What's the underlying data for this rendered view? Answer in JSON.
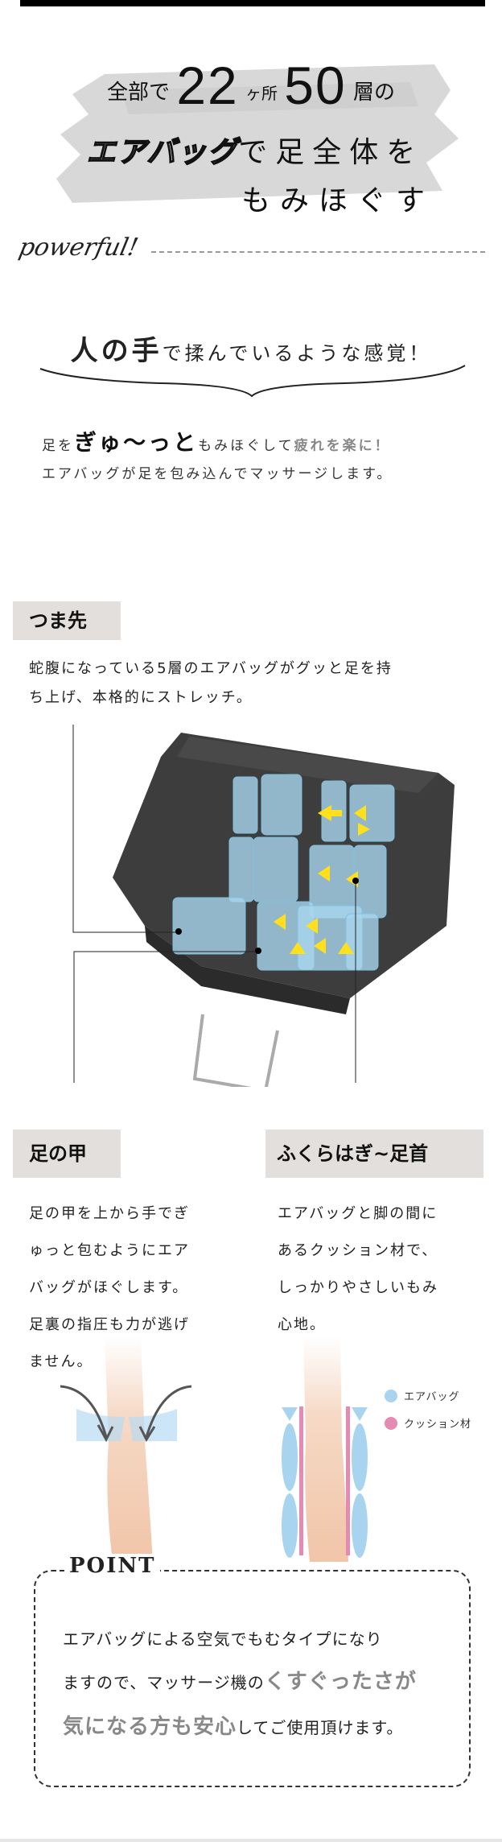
{
  "headline": {
    "prefix": "全部で",
    "count1": "22",
    "unit1": "ヶ所",
    "count2": "50",
    "unit2": "層の",
    "airbag": "エアバッグ",
    "mid": "で足全体を",
    "last": "もみほぐす"
  },
  "powerful": "powerful!",
  "catch": {
    "l1": "人の",
    "l2": "手",
    "rest": "で揉んでいるような感覚！"
  },
  "lead": {
    "a": "足を",
    "b": "ぎゅ〜っと",
    "c": "もみほぐして",
    "d": "疲れを楽に！",
    "line2": "エアバッグが足を包み込んでマッサージします。"
  },
  "toe": {
    "label": "つま先",
    "lines": [
      "蛇腹になっている5層のエアバッグがグッと足を持",
      "ち上げ、本格的にストレッチ。"
    ]
  },
  "instep": {
    "label": "足の甲",
    "lines": [
      "足の甲を上から手でぎ",
      "ゅっと包むようにエア",
      "バッグがほぐします。",
      "足裏の指圧も力が逃げ",
      "ません。"
    ]
  },
  "calf": {
    "label": "ふくらはぎ~足首",
    "lines": [
      "エアバッグと脚の間に",
      "あるクッション材で、",
      "しっかりやさしいもみ",
      "心地。"
    ]
  },
  "legend": [
    {
      "label": "エアバッグ",
      "color": "#a8d4f0"
    },
    {
      "label": "クッション材",
      "color": "#e58ab2"
    }
  ],
  "point": {
    "title": "POINT",
    "line1": "エアバッグによる空気でもむタイプになり",
    "line2a": "ますので、マッサージ機の",
    "line2b": "くすぐったさが",
    "line3a": "気になる方も安心",
    "line3b": "してご使用頂けます。"
  }
}
